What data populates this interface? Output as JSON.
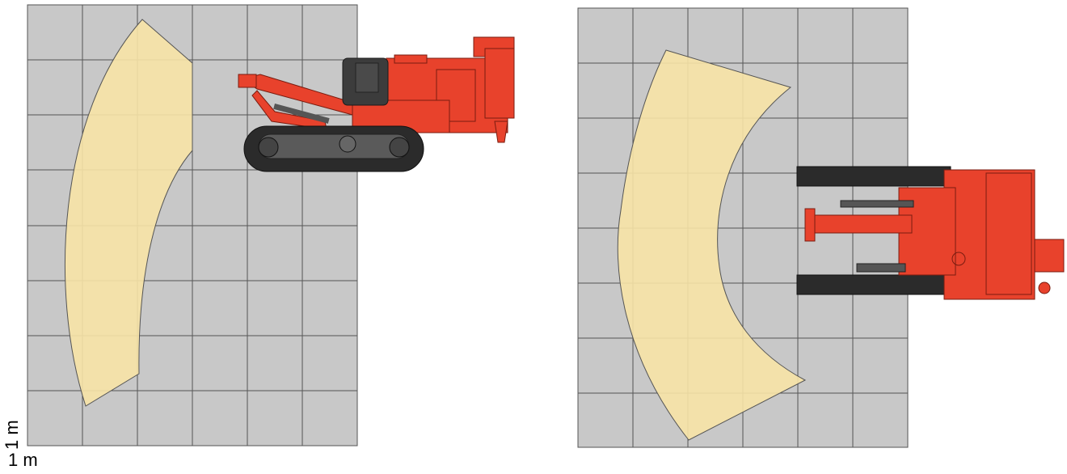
{
  "scale": {
    "x_label": "1 m",
    "y_label": "1 m"
  },
  "colors": {
    "grid_fill": "#c8c8c8",
    "grid_line": "#555555",
    "coverage_fill": "#f7e3a6",
    "machine_body": "#e8422c",
    "track": "#2b2b2b",
    "cab": "#3c3c3c"
  },
  "views": [
    {
      "view": "side",
      "grid_cols": 6,
      "grid_rows": 8
    },
    {
      "view": "top",
      "grid_cols": 6,
      "grid_rows": 8
    }
  ]
}
